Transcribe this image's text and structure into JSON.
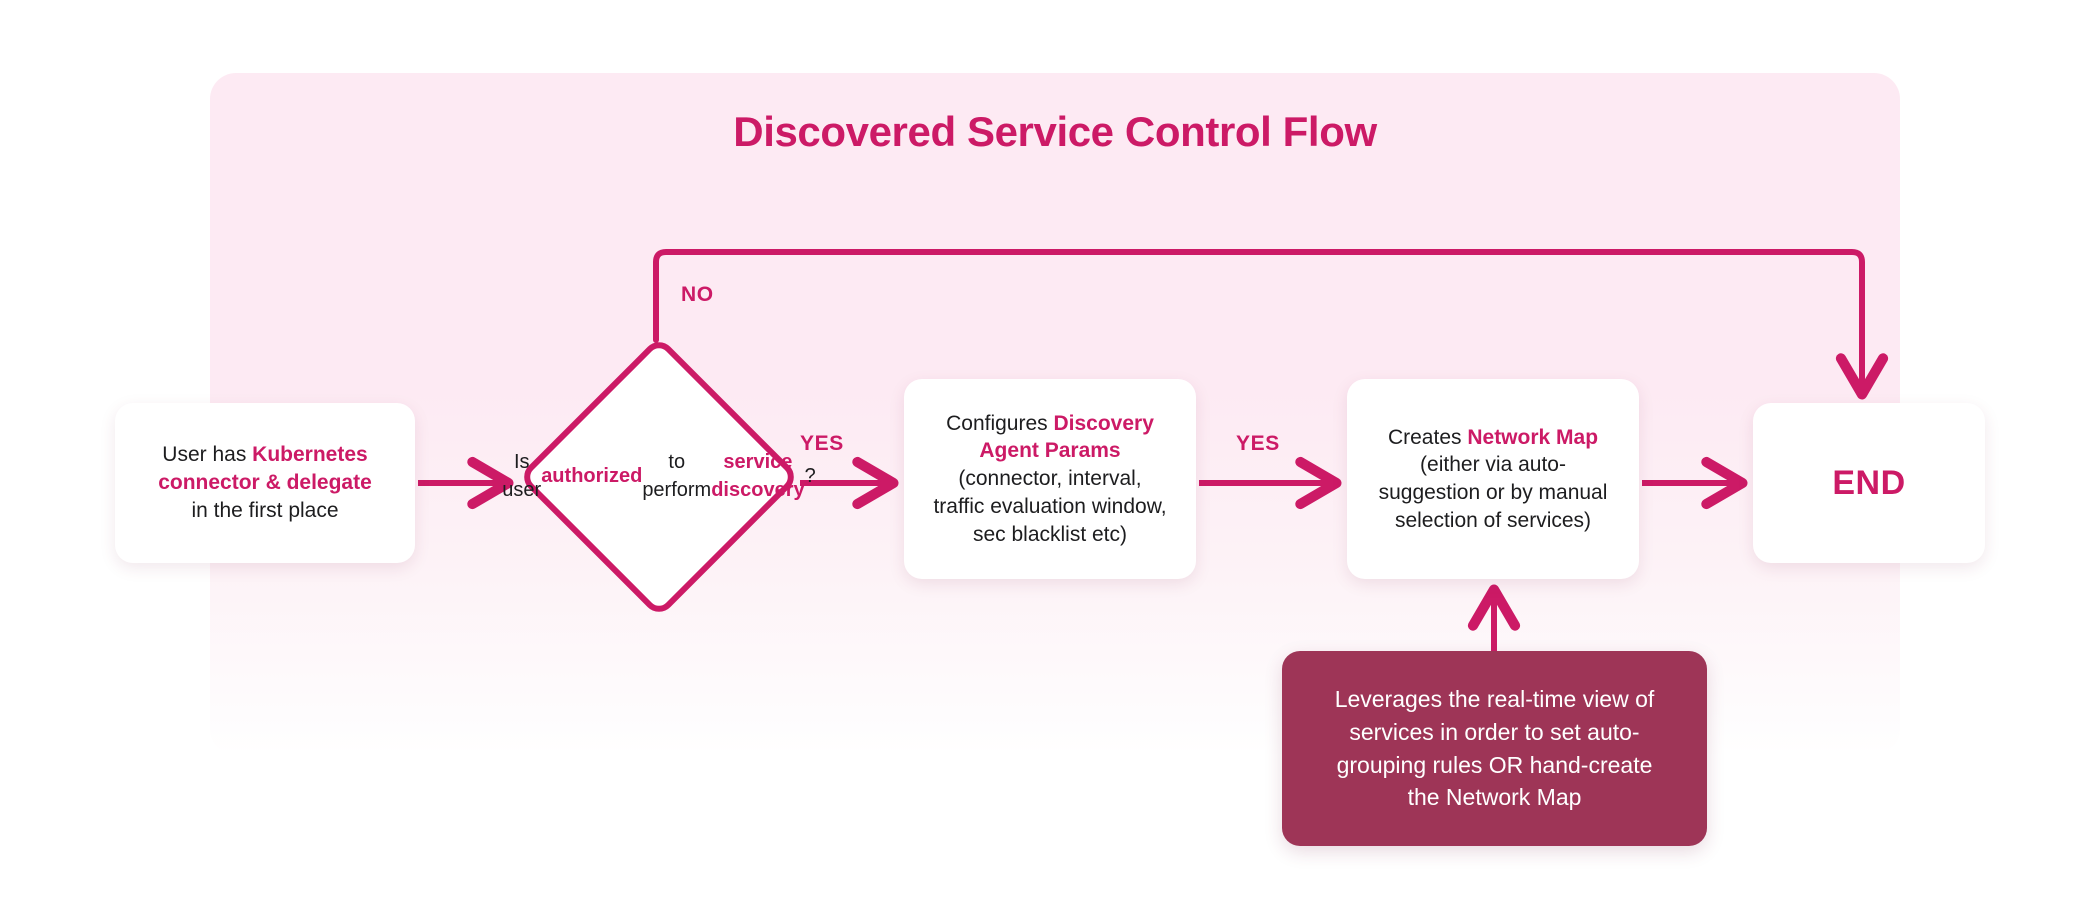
{
  "title": "Discovered Service Control Flow",
  "colors": {
    "accent": "#cc1a66",
    "panel_bg": "#fdeaf3",
    "note_bg": "#9e3557",
    "node_bg": "#ffffff",
    "text": "#1d1d1f",
    "note_text": "#ffffff"
  },
  "nodes": {
    "start": {
      "type": "process",
      "lines": [
        [
          {
            "t": "User has ",
            "em": false
          },
          {
            "t": "Kubernetes",
            "em": true
          }
        ],
        [
          {
            "t": "connector & delegate",
            "em": true
          }
        ],
        [
          {
            "t": "in the first place",
            "em": false
          }
        ]
      ]
    },
    "decision": {
      "type": "decision",
      "lines": [
        [
          {
            "t": "Is user",
            "em": false
          }
        ],
        [
          {
            "t": "authorized",
            "em": true
          }
        ],
        [
          {
            "t": "to perform",
            "em": false
          }
        ],
        [
          {
            "t": "service discovery",
            "em": true
          },
          {
            "t": "?",
            "em": false
          }
        ]
      ]
    },
    "params": {
      "type": "process",
      "lines": [
        [
          {
            "t": "Configures ",
            "em": false
          },
          {
            "t": "Discovery",
            "em": true
          }
        ],
        [
          {
            "t": "Agent Params",
            "em": true
          }
        ],
        [
          {
            "t": "(connector, interval,",
            "em": false
          }
        ],
        [
          {
            "t": "traffic evaluation window,",
            "em": false
          }
        ],
        [
          {
            "t": "sec blacklist etc)",
            "em": false
          }
        ]
      ]
    },
    "netmap": {
      "type": "process",
      "lines": [
        [
          {
            "t": "Creates ",
            "em": false
          },
          {
            "t": "Network Map",
            "em": true
          }
        ],
        [
          {
            "t": "(either via auto-",
            "em": false
          }
        ],
        [
          {
            "t": "suggestion or by manual",
            "em": false
          }
        ],
        [
          {
            "t": "selection of services)",
            "em": false
          }
        ]
      ]
    },
    "end": {
      "type": "terminator",
      "label": "END"
    },
    "note": {
      "type": "note",
      "lines": [
        [
          {
            "t": "Leverages the real-time view of",
            "em": false
          }
        ],
        [
          {
            "t": "services in order to set auto-",
            "em": false
          }
        ],
        [
          {
            "t": "grouping rules OR hand-create",
            "em": false
          }
        ],
        [
          {
            "t": "the Network Map",
            "em": false
          }
        ]
      ]
    }
  },
  "edges": {
    "no_label": "NO",
    "yes_label_1": "YES",
    "yes_label_2": "YES"
  }
}
